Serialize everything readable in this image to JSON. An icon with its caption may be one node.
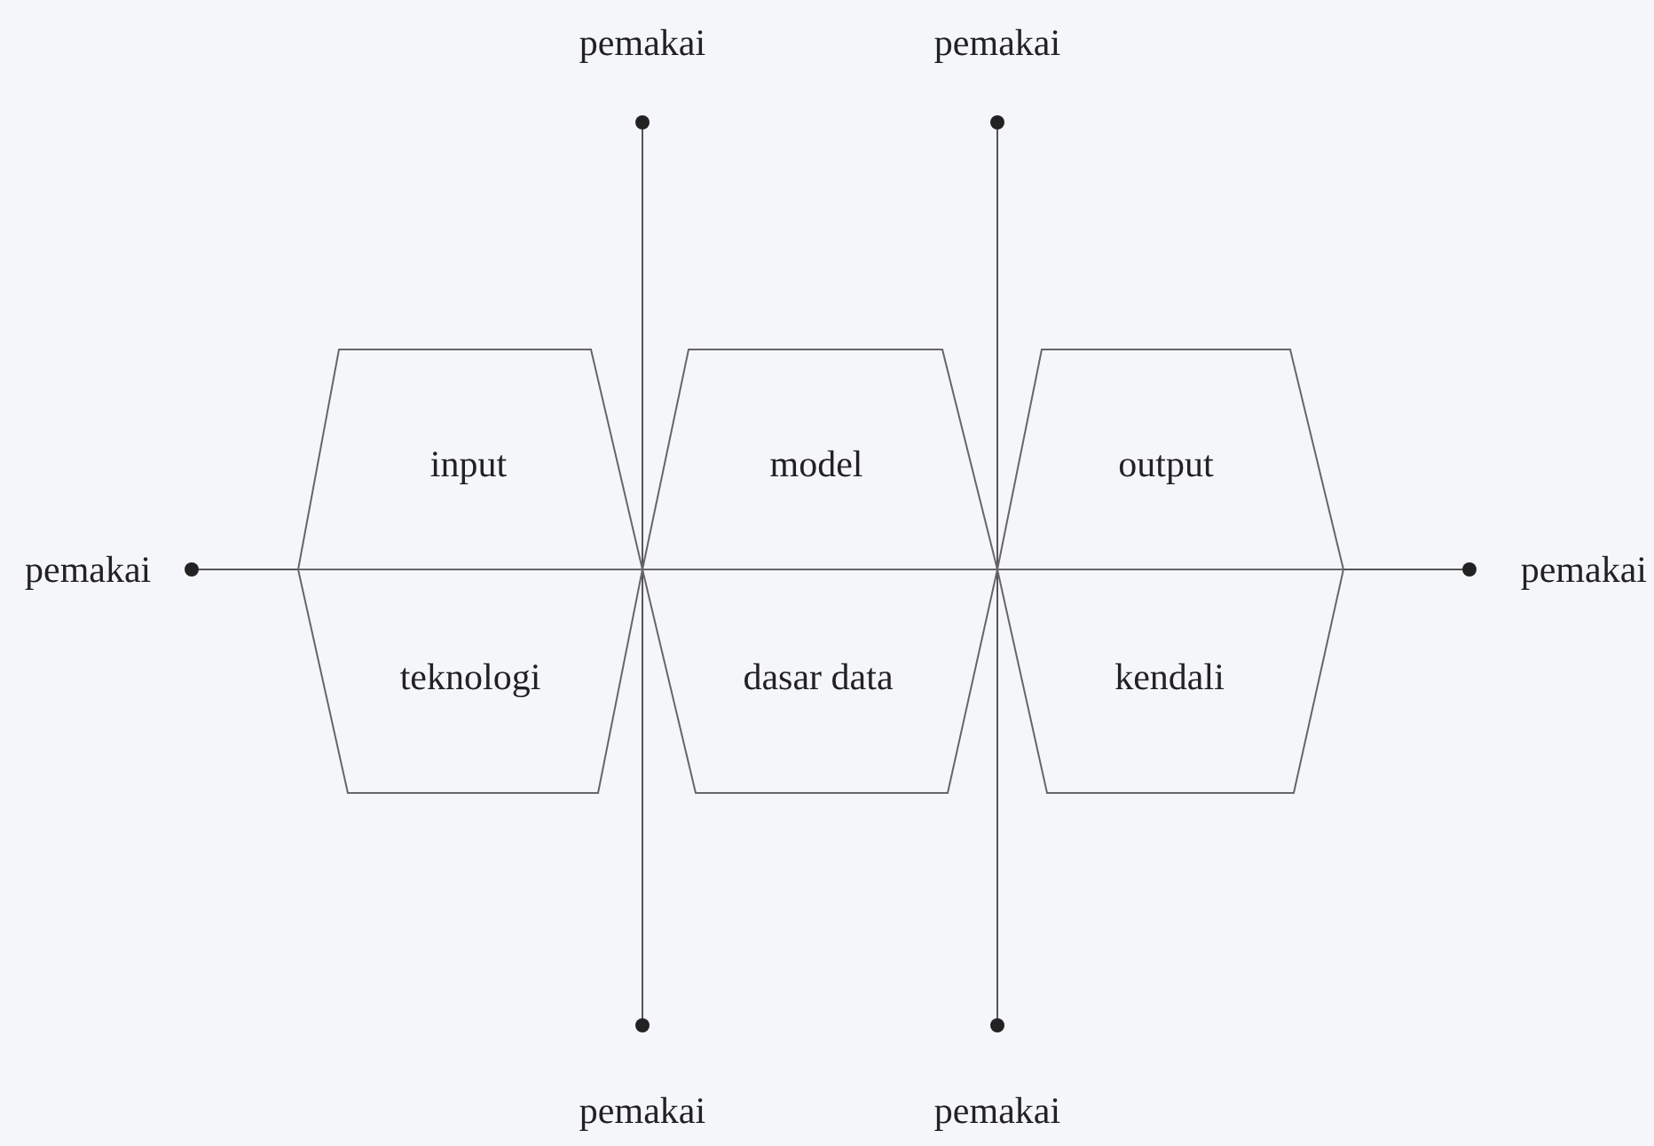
{
  "diagram": {
    "nodes": [
      {
        "text": [
          "pemakai"
        ]
      },
      {
        "text": [
          "pemakai"
        ]
      },
      {
        "text": [
          "input"
        ]
      },
      {
        "text": [
          "model"
        ]
      },
      {
        "text": [
          "output"
        ]
      },
      {
        "text": [
          "pemakai"
        ]
      },
      {
        "text": [
          "pemakai"
        ]
      },
      {
        "text": [
          "teknologi"
        ]
      },
      {
        "text": [
          "dasar data"
        ]
      },
      {
        "text": [
          "kendali"
        ]
      },
      {
        "text": [
          "pemakai"
        ]
      },
      {
        "text": [
          "pemakai"
        ]
      }
    ],
    "edges": [
      {
        "from": 5,
        "to": 6,
        "arrow": "other"
      },
      {
        "from": 0,
        "to": 10,
        "arrow": "other"
      },
      {
        "from": 1,
        "to": 11,
        "arrow": "other"
      }
    ]
  }
}
